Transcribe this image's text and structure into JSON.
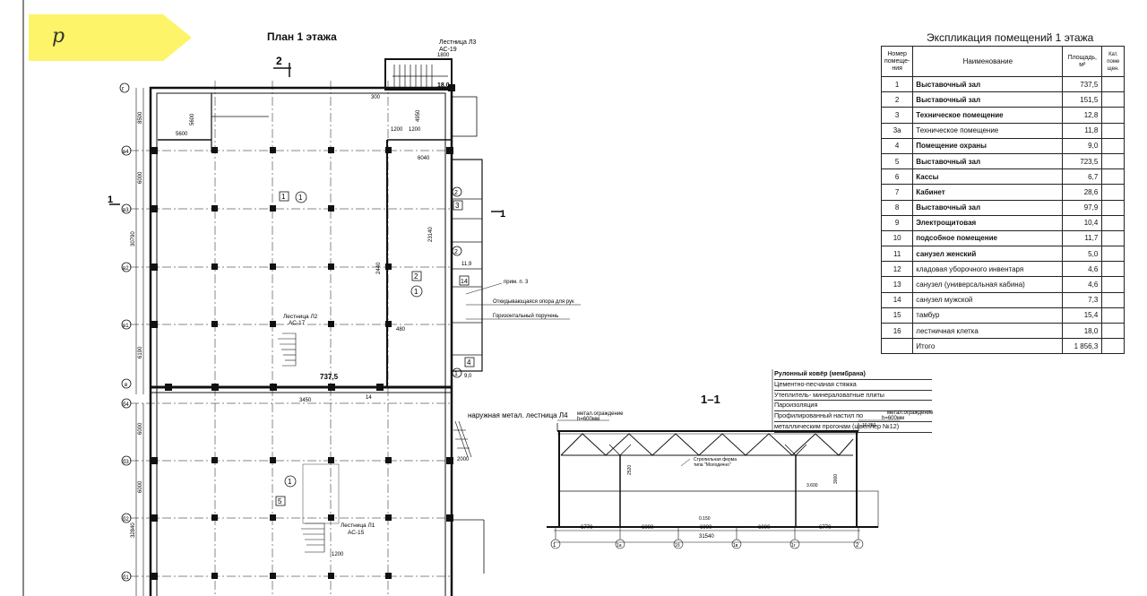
{
  "tag": {
    "letter": "p",
    "color": "#fdf46a"
  },
  "plan": {
    "title": "План 1 этажа",
    "section_mark": "2",
    "cut_left": "1",
    "cut_right": "1",
    "axis_top": "г",
    "stair_l3": "Лестница Л3",
    "stair_l3_code": "АС-19",
    "stair_l3_dim": "1800",
    "stair_l3_num": "18,0",
    "stair_l2": "Лестница Л2",
    "stair_l2_code": "АС-17",
    "stair_l1": "Лестница Л1",
    "stair_l1_code": "АС-15",
    "stair_l4": "наружная метал. лестница Л4",
    "room1": "1",
    "room2": "2",
    "room3": "3",
    "room4": "4",
    "room5": "5",
    "room14": "14",
    "circle1": "1",
    "circle2": "2",
    "area_737": "737,5",
    "dim_3450": "3450",
    "dim_14": "14",
    "dim_23140": "23140",
    "dim_6040": "6040",
    "dim_5600": "5600",
    "dim_5600b": "5600",
    "dim_4950": "4950",
    "dim_1200": "1200",
    "dim_1200b": "1200",
    "dim_1200c": "1200",
    "dim_300": "300",
    "dim_2440": "2440",
    "dim_480": "480",
    "dim_8500": "8500",
    "dim_6000": "6000",
    "dim_6000b": "6000",
    "dim_6000c": "6000",
    "dim_6190": "6190",
    "dim_30790": "30790",
    "dim_32840": "32840",
    "dim_11_9": "11,9",
    "dim_2000": "2000",
    "dim_9_0": "9,0",
    "note_prim": "прим. п. 3",
    "note_support": "Откидывающаяся опора для рук",
    "note_rail": "Горизонтальный поручень",
    "axis_labels": [
      "в4",
      "в3",
      "в2",
      "в1",
      "в",
      "б4",
      "б3",
      "б2",
      "б1"
    ]
  },
  "explication": {
    "title": "Экспликация помещений 1 этажа",
    "headers": {
      "num": "Номер помеще-ния",
      "name": "Наименование",
      "area": "Площадь, м²",
      "cat": "Кат. поме щен."
    },
    "rows": [
      {
        "num": "1",
        "name": "Выставочный зал",
        "area": "737,5"
      },
      {
        "num": "2",
        "name": "Выставочный зал",
        "area": "151,5"
      },
      {
        "num": "3",
        "name": "Техническое помещение",
        "area": "12,8"
      },
      {
        "num": "3а",
        "name": "Техническое помещение",
        "area": "11,8"
      },
      {
        "num": "4",
        "name": "Помещение охраны",
        "area": "9,0"
      },
      {
        "num": "5",
        "name": "Выставочный зал",
        "area": "723,5"
      },
      {
        "num": "6",
        "name": "Кассы",
        "area": "6,7"
      },
      {
        "num": "7",
        "name": "Кабинет",
        "area": "28,6"
      },
      {
        "num": "8",
        "name": "Выставочный зал",
        "area": "97,9"
      },
      {
        "num": "9",
        "name": "Электрощитовая",
        "area": "10,4"
      },
      {
        "num": "10",
        "name": "подсобное помещение",
        "area": "11,7"
      },
      {
        "num": "11",
        "name": "санузел женский",
        "area": "5,0"
      },
      {
        "num": "12",
        "name": "кладовая уборочного инвентаря",
        "area": "4,6"
      },
      {
        "num": "13",
        "name": "санузел (универсальная кабина)",
        "area": "4,6"
      },
      {
        "num": "14",
        "name": "санузел мужской",
        "area": "7,3"
      },
      {
        "num": "15",
        "name": "тамбур",
        "area": "15,4"
      },
      {
        "num": "16",
        "name": "лестничная клетка",
        "area": "18,0"
      }
    ],
    "total_label": "Итого",
    "total_value": "1 856,3"
  },
  "section": {
    "title": "1–1",
    "layers": [
      "Рулонный ковёр (мембрана)",
      "Цементно-песчаная стяжка",
      "Утеплитель- минераловатные плиты",
      "Пароизоляция",
      "Профилированный настил по",
      "металлическим прогонам (швеллер №12)"
    ],
    "fence_left": "метал.ограждение",
    "fence_left_h": "h=600мм",
    "fence_right": "метал.ограждение",
    "fence_right_h": "h=600мм",
    "truss_note": "Стропильная ферма",
    "truss_note2": "типа \"Молодечно\"",
    "dims": [
      "6770",
      "6000",
      "6000",
      "6000",
      "6770"
    ],
    "total_span": "31540",
    "level_0": "0.150",
    "level_3600": "3.600",
    "level_top": "10.350",
    "h_3000": "3000",
    "h_2520": "2520",
    "axes": [
      "1",
      "1а",
      "1б",
      "1в",
      "1г",
      "2"
    ]
  }
}
